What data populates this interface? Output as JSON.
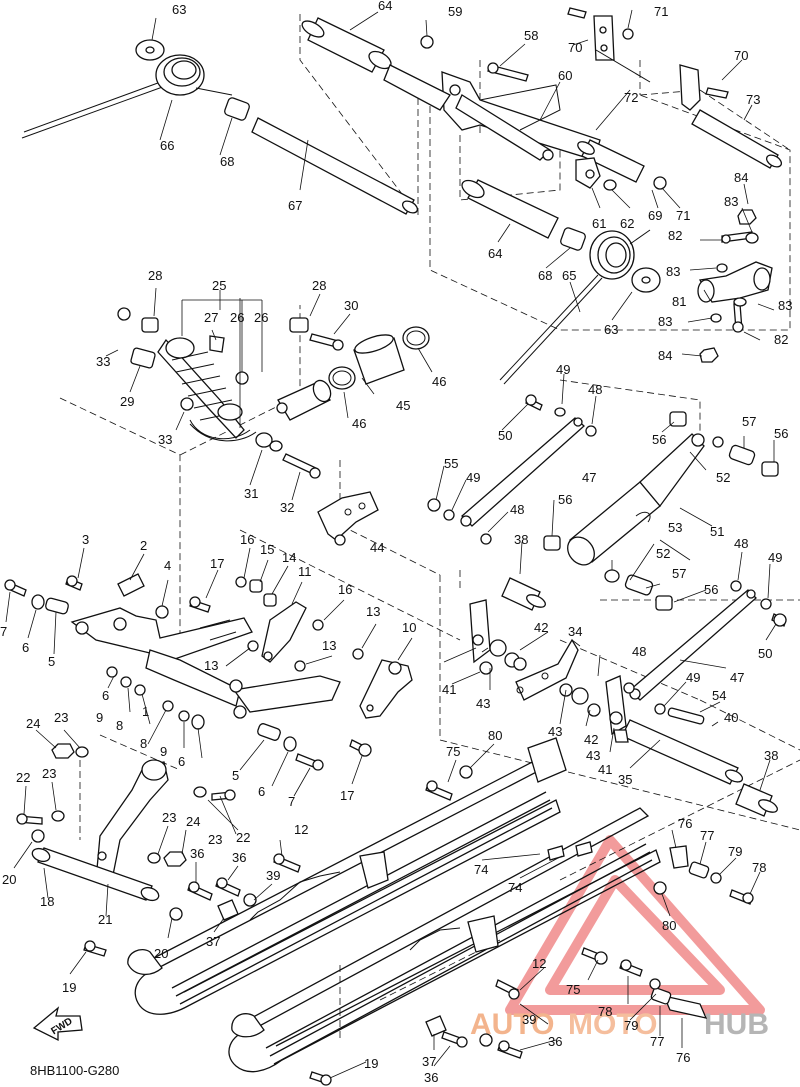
{
  "diagram_code": "8HB1100-G280",
  "fwd_label": "FWD",
  "watermark": {
    "part_a": "AUTO",
    "part_b": "MOTO",
    "part_c": "HUB",
    "color_a": "#f2a87a",
    "color_b": "#f4b38c",
    "color_c": "#a9a9a9",
    "triangle_color": "#f08a8a"
  },
  "callouts": {
    "c1": "1",
    "c2": "2",
    "c3": "3",
    "c4": "4",
    "c5a": "5",
    "c5b": "5",
    "c6a": "6",
    "c6b": "6",
    "c6c": "6",
    "c6d": "6",
    "c7a": "7",
    "c7b": "7",
    "c8a": "8",
    "c8b": "8",
    "c9a": "9",
    "c9b": "9",
    "c10": "10",
    "c11": "11",
    "c12a": "12",
    "c12b": "12",
    "c13a": "13",
    "c13b": "13",
    "c13c": "13",
    "c14": "14",
    "c15": "15",
    "c16a": "16",
    "c16b": "16",
    "c17a": "17",
    "c17b": "17",
    "c18": "18",
    "c19a": "19",
    "c19b": "19",
    "c20a": "20",
    "c20b": "20",
    "c21": "21",
    "c22a": "22",
    "c22b": "22",
    "c23a": "23",
    "c23b": "23",
    "c23c": "23",
    "c23d": "23",
    "c24a": "24",
    "c24b": "24",
    "c25": "25",
    "c26a": "26",
    "c26b": "26",
    "c27": "27",
    "c28a": "28",
    "c28b": "28",
    "c29": "29",
    "c30": "30",
    "c31": "31",
    "c32": "32",
    "c33a": "33",
    "c33b": "33",
    "c34": "34",
    "c35": "35",
    "c36a": "36",
    "c36b": "36",
    "c36c": "36",
    "c36d": "36",
    "c37a": "37",
    "c37b": "37",
    "c38a": "38",
    "c38b": "38",
    "c39a": "39",
    "c39b": "39",
    "c40": "40",
    "c41a": "41",
    "c41b": "41",
    "c42a": "42",
    "c42b": "42",
    "c43a": "43",
    "c43b": "43",
    "c43c": "43",
    "c44": "44",
    "c45": "45",
    "c46a": "46",
    "c46b": "46",
    "c47a": "47",
    "c47b": "47",
    "c48a": "48",
    "c48b": "48",
    "c48c": "48",
    "c48d": "48",
    "c49a": "49",
    "c49b": "49",
    "c49c": "49",
    "c49d": "49",
    "c50a": "50",
    "c50b": "50",
    "c51": "51",
    "c52a": "52",
    "c52b": "52",
    "c53": "53",
    "c54": "54",
    "c55": "55",
    "c56a": "56",
    "c56b": "56",
    "c56c": "56",
    "c56d": "56",
    "c57a": "57",
    "c57b": "57",
    "c58": "58",
    "c59": "59",
    "c60": "60",
    "c61": "61",
    "c62": "62",
    "c63a": "63",
    "c63b": "63",
    "c64a": "64",
    "c64b": "64",
    "c65": "65",
    "c66": "66",
    "c67": "67",
    "c68a": "68",
    "c68b": "68",
    "c69": "69",
    "c70a": "70",
    "c70b": "70",
    "c71a": "71",
    "c71b": "71",
    "c72": "72",
    "c73": "73",
    "c74a": "74",
    "c74b": "74",
    "c75a": "75",
    "c75b": "75",
    "c76a": "76",
    "c76b": "76",
    "c77a": "77",
    "c77b": "77",
    "c78a": "78",
    "c78b": "78",
    "c79a": "79",
    "c79b": "79",
    "c80a": "80",
    "c80b": "80",
    "c81": "81",
    "c82a": "82",
    "c82b": "82",
    "c83a": "83",
    "c83b": "83",
    "c83c": "83",
    "c83d": "83",
    "c84a": "84",
    "c84b": "84"
  }
}
